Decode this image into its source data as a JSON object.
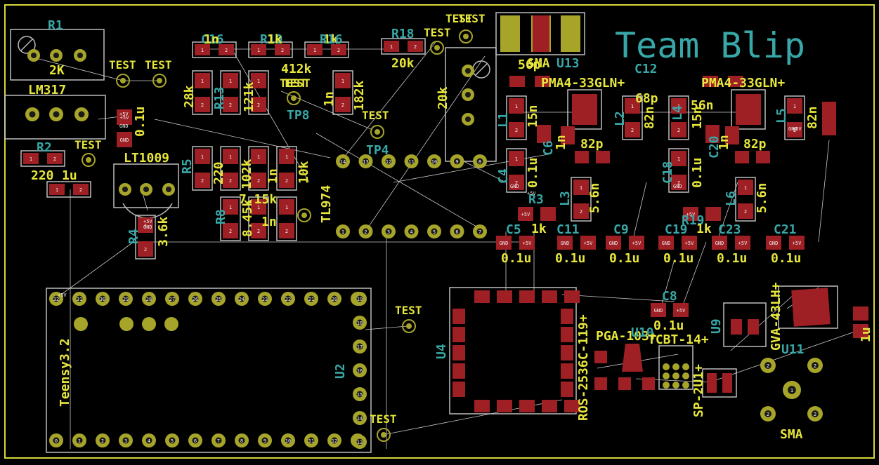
{
  "board": {
    "title": "Team Blip"
  },
  "colors": {
    "background": "#000000",
    "outline": "#d6d63a",
    "silk_ref": "#38a7a7",
    "silk_value": "#e6e63c",
    "pad_smd": "#9e1f24",
    "pad_tht": "#a7a42a",
    "pad_hole": "#1a1a1a",
    "ratsnest": "#c9c9c9",
    "courtyard": "#bdbdbd"
  },
  "components": [
    {
      "id": "R1-ref",
      "text": "R1",
      "kind": "ref"
    },
    {
      "id": "R1-val",
      "text": "2K",
      "kind": "value"
    },
    {
      "id": "LM317-val",
      "text": "LM317",
      "kind": "value"
    },
    {
      "id": "R2-ref",
      "text": "R2",
      "kind": "ref"
    },
    {
      "id": "R2-val",
      "text": "220",
      "kind": "value"
    },
    {
      "id": "C-1u-val",
      "text": "1u",
      "kind": "value"
    },
    {
      "id": "C-0.1u-a",
      "text": "0.1u",
      "kind": "value"
    },
    {
      "id": "LT1009-val",
      "text": "LT1009",
      "kind": "value"
    },
    {
      "id": "R4-ref",
      "text": "R4",
      "kind": "ref"
    },
    {
      "id": "R4-val",
      "text": "3.6k",
      "kind": "value"
    },
    {
      "id": "C16-ref",
      "text": "C16",
      "kind": "ref"
    },
    {
      "id": "C16-val",
      "text": "1n",
      "kind": "value"
    },
    {
      "id": "R10-ref",
      "text": "R10",
      "kind": "ref"
    },
    {
      "id": "R10-val",
      "text": "1k",
      "kind": "value"
    },
    {
      "id": "R16-val",
      "text": "1k",
      "kind": "value"
    },
    {
      "id": "R16-ref",
      "text": "R16",
      "kind": "ref"
    },
    {
      "id": "R18-ref",
      "text": "R18",
      "kind": "ref"
    },
    {
      "id": "R18-val",
      "text": "20k",
      "kind": "value"
    },
    {
      "id": "R13-ref",
      "text": "R13",
      "kind": "ref"
    },
    {
      "id": "R-28k",
      "text": "28k",
      "kind": "value"
    },
    {
      "id": "R-121k",
      "text": "121k",
      "kind": "value"
    },
    {
      "id": "R-412k",
      "text": "412k",
      "kind": "value"
    },
    {
      "id": "C-1n-b",
      "text": "1n",
      "kind": "value"
    },
    {
      "id": "R-182k",
      "text": "182k",
      "kind": "value"
    },
    {
      "id": "R-20k-b",
      "text": "20k",
      "kind": "value"
    },
    {
      "id": "TP8-ref",
      "text": "TP8",
      "kind": "ref"
    },
    {
      "id": "TP4-ref",
      "text": "TP4",
      "kind": "ref"
    },
    {
      "id": "R5-ref",
      "text": "R5",
      "kind": "ref"
    },
    {
      "id": "R-220-b",
      "text": "220",
      "kind": "value"
    },
    {
      "id": "R-102k",
      "text": "102k",
      "kind": "value"
    },
    {
      "id": "C-1n-c",
      "text": "1n",
      "kind": "value"
    },
    {
      "id": "R-10k",
      "text": "10k",
      "kind": "value"
    },
    {
      "id": "R-7.15k",
      "text": "7.15k",
      "kind": "value"
    },
    {
      "id": "R8-ref",
      "text": "R8",
      "kind": "ref"
    },
    {
      "id": "R-8.45k",
      "text": "8.45k",
      "kind": "value"
    },
    {
      "id": "C-1n-d",
      "text": "1n",
      "kind": "value"
    },
    {
      "id": "TL974-val",
      "text": "TL974",
      "kind": "value"
    },
    {
      "id": "SMA-top-val",
      "text": "SMA",
      "kind": "value"
    },
    {
      "id": "U13-ref",
      "text": "U13",
      "kind": "ref"
    },
    {
      "id": "C-56p",
      "text": "56p",
      "kind": "value"
    },
    {
      "id": "PMA-a",
      "text": "PMA4-33GLN+",
      "kind": "value"
    },
    {
      "id": "C12-ref",
      "text": "C12",
      "kind": "ref"
    },
    {
      "id": "C12-val",
      "text": "68p",
      "kind": "value"
    },
    {
      "id": "PMA-b",
      "text": "PMA4-33GLN+",
      "kind": "value"
    },
    {
      "id": "C-56n",
      "text": "56n",
      "kind": "value"
    },
    {
      "id": "L1-ref",
      "text": "L1",
      "kind": "ref"
    },
    {
      "id": "L-15n-a",
      "text": "15n",
      "kind": "value"
    },
    {
      "id": "C6-ref",
      "text": "C6",
      "kind": "ref"
    },
    {
      "id": "C-1n-e",
      "text": "1n",
      "kind": "value"
    },
    {
      "id": "L2-ref",
      "text": "L2",
      "kind": "ref"
    },
    {
      "id": "L-82n",
      "text": "82n",
      "kind": "value"
    },
    {
      "id": "C-82p-a",
      "text": "82p",
      "kind": "value"
    },
    {
      "id": "L4-ref",
      "text": "L4",
      "kind": "ref"
    },
    {
      "id": "L-15n-b",
      "text": "15n",
      "kind": "value"
    },
    {
      "id": "C20-ref",
      "text": "C20",
      "kind": "ref"
    },
    {
      "id": "C-1n-f",
      "text": "1n",
      "kind": "value"
    },
    {
      "id": "C-82p-b",
      "text": "82p",
      "kind": "value"
    },
    {
      "id": "L5-ref",
      "text": "L5",
      "kind": "ref"
    },
    {
      "id": "L-82n-b",
      "text": "82n",
      "kind": "value"
    },
    {
      "id": "C4-ref",
      "text": "C4",
      "kind": "ref"
    },
    {
      "id": "C-0.1u-b",
      "text": "0.1u",
      "kind": "value"
    },
    {
      "id": "R3-ref",
      "text": "R3",
      "kind": "ref"
    },
    {
      "id": "L3-ref",
      "text": "L3",
      "kind": "ref"
    },
    {
      "id": "L-5.6n-a",
      "text": "5.6n",
      "kind": "value"
    },
    {
      "id": "C18-ref",
      "text": "C18",
      "kind": "ref"
    },
    {
      "id": "C-0.1u-c",
      "text": "0.1u",
      "kind": "value"
    },
    {
      "id": "R19-ref",
      "text": "R19",
      "kind": "ref"
    },
    {
      "id": "L6-ref",
      "text": "L6",
      "kind": "ref"
    },
    {
      "id": "L-5.6n-b",
      "text": "5.6n",
      "kind": "value"
    },
    {
      "id": "C5-ref",
      "text": "C5",
      "kind": "ref"
    },
    {
      "id": "R-1k-a",
      "text": "1k",
      "kind": "value"
    },
    {
      "id": "C11-ref",
      "text": "C11",
      "kind": "ref"
    },
    {
      "id": "C9-ref",
      "text": "C9",
      "kind": "ref"
    },
    {
      "id": "C19-ref",
      "text": "C19",
      "kind": "ref"
    },
    {
      "id": "R-1k-b",
      "text": "1k",
      "kind": "value"
    },
    {
      "id": "C23-ref",
      "text": "C23",
      "kind": "ref"
    },
    {
      "id": "C21-ref",
      "text": "C21",
      "kind": "ref"
    },
    {
      "id": "C5-val",
      "text": "0.1u",
      "kind": "value"
    },
    {
      "id": "C11-val",
      "text": "0.1u",
      "kind": "value"
    },
    {
      "id": "C9-val",
      "text": "0.1u",
      "kind": "value"
    },
    {
      "id": "C19-val",
      "text": "0.1u",
      "kind": "value"
    },
    {
      "id": "C23-val",
      "text": "0.1u",
      "kind": "value"
    },
    {
      "id": "C21-val",
      "text": "0.1u",
      "kind": "value"
    },
    {
      "id": "U2-ref",
      "text": "U2",
      "kind": "ref"
    },
    {
      "id": "Teensy-val",
      "text": "Teensy3.2",
      "kind": "value"
    },
    {
      "id": "U4-ref",
      "text": "U4",
      "kind": "ref"
    },
    {
      "id": "ROS-val",
      "text": "ROS-2536C-119+",
      "kind": "value"
    },
    {
      "id": "C8-ref",
      "text": "C8",
      "kind": "ref"
    },
    {
      "id": "C8-val",
      "text": "0.1u",
      "kind": "value"
    },
    {
      "id": "PGA-val",
      "text": "PGA-103+",
      "kind": "value"
    },
    {
      "id": "U10-ref",
      "text": "U10",
      "kind": "ref"
    },
    {
      "id": "TCBT-val",
      "text": "TCBT-14+",
      "kind": "value"
    },
    {
      "id": "SP2-val",
      "text": "SP-2U1+",
      "kind": "value"
    },
    {
      "id": "U9-ref",
      "text": "U9",
      "kind": "ref"
    },
    {
      "id": "GVA-val",
      "text": "GVA-43LH+",
      "kind": "value"
    },
    {
      "id": "C-1u-b",
      "text": "1u",
      "kind": "value"
    },
    {
      "id": "U11-ref",
      "text": "U11",
      "kind": "ref"
    },
    {
      "id": "SMA-bot",
      "text": "SMA",
      "kind": "value"
    }
  ],
  "test_points": [
    "TEST",
    "TEST",
    "TEST",
    "TEST",
    "TEST",
    "TEST",
    "TEST",
    "TEST",
    "TEST",
    "TEST",
    "TEST"
  ],
  "pad_labels": {
    "gnd": "GND",
    "vcc": "+5V"
  },
  "teensy": {
    "top_row": [
      "32",
      "31",
      "30",
      "29",
      "28",
      "27",
      "26",
      "25",
      "24",
      "23",
      "22",
      "21",
      "20",
      "19"
    ],
    "bottom_row": [
      "0",
      "1",
      "2",
      "3",
      "4",
      "5",
      "6",
      "7",
      "8",
      "9",
      "10",
      "11",
      "12",
      "13"
    ],
    "right_col": [
      "19",
      "18",
      "17",
      "16",
      "15",
      "14",
      "13"
    ]
  },
  "ic_tl974": {
    "top_row": [
      "14",
      "13",
      "12",
      "11",
      "10",
      "9",
      "8"
    ],
    "bottom_row": [
      "1",
      "2",
      "3",
      "4",
      "5",
      "6",
      "7"
    ]
  }
}
